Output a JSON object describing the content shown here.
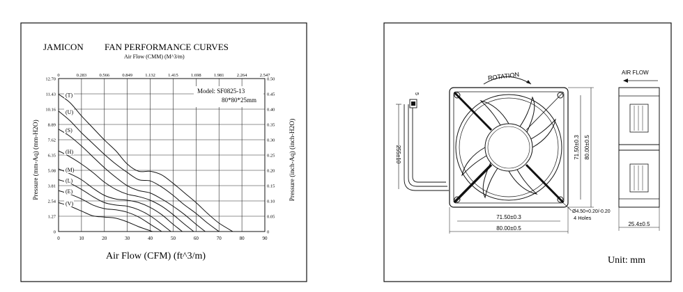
{
  "performance": {
    "brand": "JAMICON",
    "title": "FAN PERFORMANCE CURVES",
    "top_axis_label": "Air Flow (CMM) (M^3/m)",
    "bottom_axis_label": "Air Flow (CFM) (ft^3/m)",
    "left_axis_label": "Pressure (mm-Aq) (mm-H2O)",
    "right_axis_label": "Pressure (inch-Aq) (inch-H2O)",
    "model": "Model: SF0825-13",
    "size": "80*80*25mm"
  },
  "chart_data": {
    "type": "line",
    "x_ticks": [
      "0",
      "10",
      "20",
      "30",
      "40",
      "50",
      "60",
      "70",
      "80",
      "90"
    ],
    "top_ticks": [
      "0",
      "0.283",
      "0.566",
      "0.849",
      "1.132",
      "1.415",
      "1.698",
      "1.981",
      "2.264",
      "2.547"
    ],
    "left_ticks": [
      "0",
      "1.27",
      "2.54",
      "3.81",
      "5.08",
      "6.35",
      "7.62",
      "8.89",
      "10.16",
      "11.43",
      "12.70"
    ],
    "right_ticks": [
      "0",
      "0.05",
      "0.10",
      "0.15",
      "0.20",
      "0.25",
      "0.30",
      "0.35",
      "0.40",
      "0.45",
      "0.50"
    ],
    "xlim": [
      0,
      90
    ],
    "ylim": [
      0,
      12.7
    ],
    "grid": true,
    "series": [
      {
        "name": "(T)",
        "x": [
          0,
          5,
          10,
          15,
          20,
          25,
          30,
          35,
          40,
          45,
          50,
          55,
          60,
          65,
          70,
          76
        ],
        "y": [
          11.4,
          10.7,
          9.6,
          8.6,
          7.6,
          6.7,
          5.6,
          5.0,
          5.0,
          4.7,
          4.0,
          3.2,
          2.4,
          1.5,
          0.7,
          0
        ]
      },
      {
        "name": "(U)",
        "x": [
          0,
          5,
          10,
          15,
          20,
          25,
          30,
          35,
          40,
          45,
          50,
          55,
          60,
          65,
          70
        ],
        "y": [
          10.0,
          9.2,
          8.2,
          7.3,
          6.4,
          5.6,
          4.9,
          4.3,
          4.2,
          3.7,
          3.0,
          2.2,
          1.5,
          0.7,
          0
        ]
      },
      {
        "name": "(S)",
        "x": [
          0,
          5,
          10,
          15,
          20,
          25,
          30,
          35,
          40,
          45,
          50,
          55,
          60,
          64
        ],
        "y": [
          8.5,
          7.9,
          7.1,
          6.2,
          5.3,
          4.5,
          3.8,
          3.4,
          3.2,
          2.7,
          2.1,
          1.4,
          0.6,
          0
        ]
      },
      {
        "name": "(H)",
        "x": [
          0,
          5,
          10,
          15,
          20,
          25,
          30,
          35,
          40,
          45,
          50,
          55,
          59
        ],
        "y": [
          6.7,
          6.2,
          5.6,
          4.9,
          4.1,
          3.5,
          3.1,
          2.9,
          2.6,
          2.1,
          1.4,
          0.6,
          0
        ]
      },
      {
        "name": "(M)",
        "x": [
          0,
          5,
          10,
          15,
          20,
          25,
          30,
          35,
          40,
          45,
          50,
          54
        ],
        "y": [
          5.2,
          4.8,
          4.3,
          3.6,
          3.0,
          2.7,
          2.6,
          2.4,
          2.0,
          1.4,
          0.6,
          0
        ]
      },
      {
        "name": "(L)",
        "x": [
          0,
          5,
          10,
          15,
          20,
          25,
          30,
          35,
          40,
          45,
          49
        ],
        "y": [
          4.3,
          4.0,
          3.5,
          2.9,
          2.4,
          2.2,
          2.1,
          1.8,
          1.3,
          0.6,
          0
        ]
      },
      {
        "name": "(E)",
        "x": [
          0,
          5,
          10,
          15,
          20,
          25,
          30,
          35,
          40,
          45
        ],
        "y": [
          3.4,
          3.1,
          2.7,
          2.2,
          1.9,
          1.8,
          1.6,
          1.2,
          0.6,
          0
        ]
      },
      {
        "name": "(V)",
        "x": [
          0,
          5,
          10,
          15,
          20,
          25,
          30,
          35,
          41
        ],
        "y": [
          2.4,
          2.1,
          1.7,
          1.3,
          1.2,
          1.1,
          0.8,
          0.4,
          0
        ]
      }
    ]
  },
  "drawing": {
    "rotation_label": "ROTATION",
    "airflow_label": "AIR FLOW",
    "dim_cable": "255±10",
    "dim_height_inner": "71.50±0.3",
    "dim_height_outer": "80.00±0.5",
    "dim_width_inner": "71.50±0.3",
    "dim_width_outer": "80.00±0.5",
    "dim_hole": "Ø4.50+0.20/-0.20",
    "holes": "4 Holes",
    "dim_thickness": "25.4±0.5",
    "dim_small": "5",
    "unit": "Unit: mm"
  }
}
